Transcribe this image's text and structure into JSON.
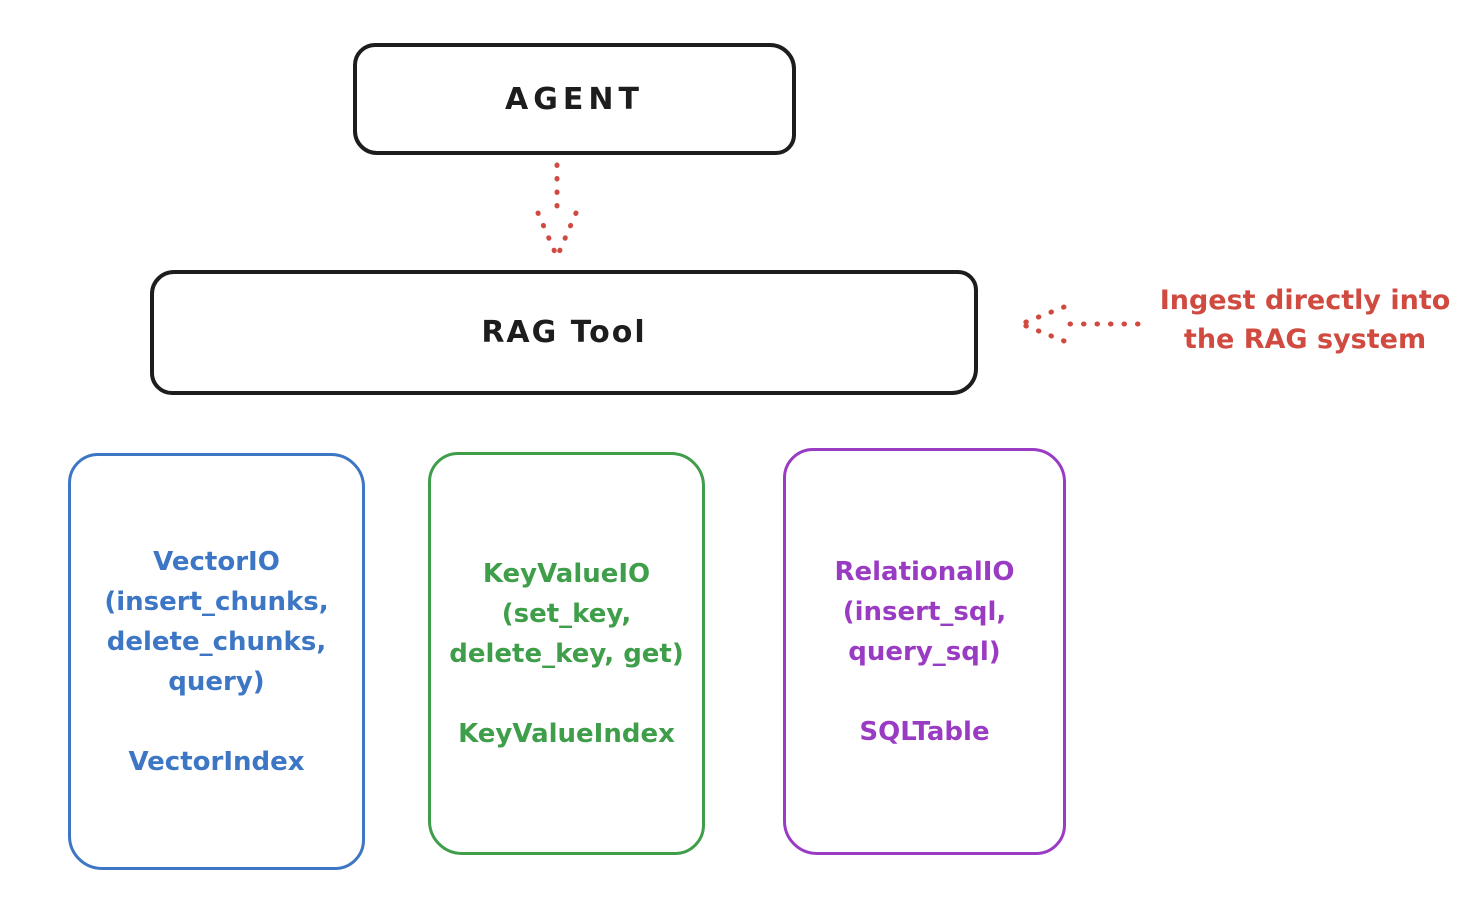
{
  "colors": {
    "ink": "#1d1d1d",
    "red": "#d04a40",
    "blue": "#3c76c5",
    "green": "#3f9e4a",
    "purple": "#9a3bc4"
  },
  "agent": {
    "label": "AGENT"
  },
  "rag_tool": {
    "label": "RAG Tool"
  },
  "annotation": {
    "line1": "Ingest directly into",
    "line2": "the RAG system"
  },
  "cards": [
    {
      "name": "vector-io",
      "color": "#3c76c5",
      "method_lines": [
        "VectorIO",
        "(insert_chunks,",
        "delete_chunks,",
        "query)"
      ],
      "index_label": "VectorIndex"
    },
    {
      "name": "keyvalue-io",
      "color": "#3f9e4a",
      "method_lines": [
        "KeyValueIO",
        "(set_key,",
        "delete_key, get)"
      ],
      "index_label": "KeyValueIndex"
    },
    {
      "name": "relational-io",
      "color": "#9a3bc4",
      "method_lines": [
        "RelationalIO",
        "(insert_sql,",
        "query_sql)"
      ],
      "index_label": "SQLTable"
    }
  ]
}
